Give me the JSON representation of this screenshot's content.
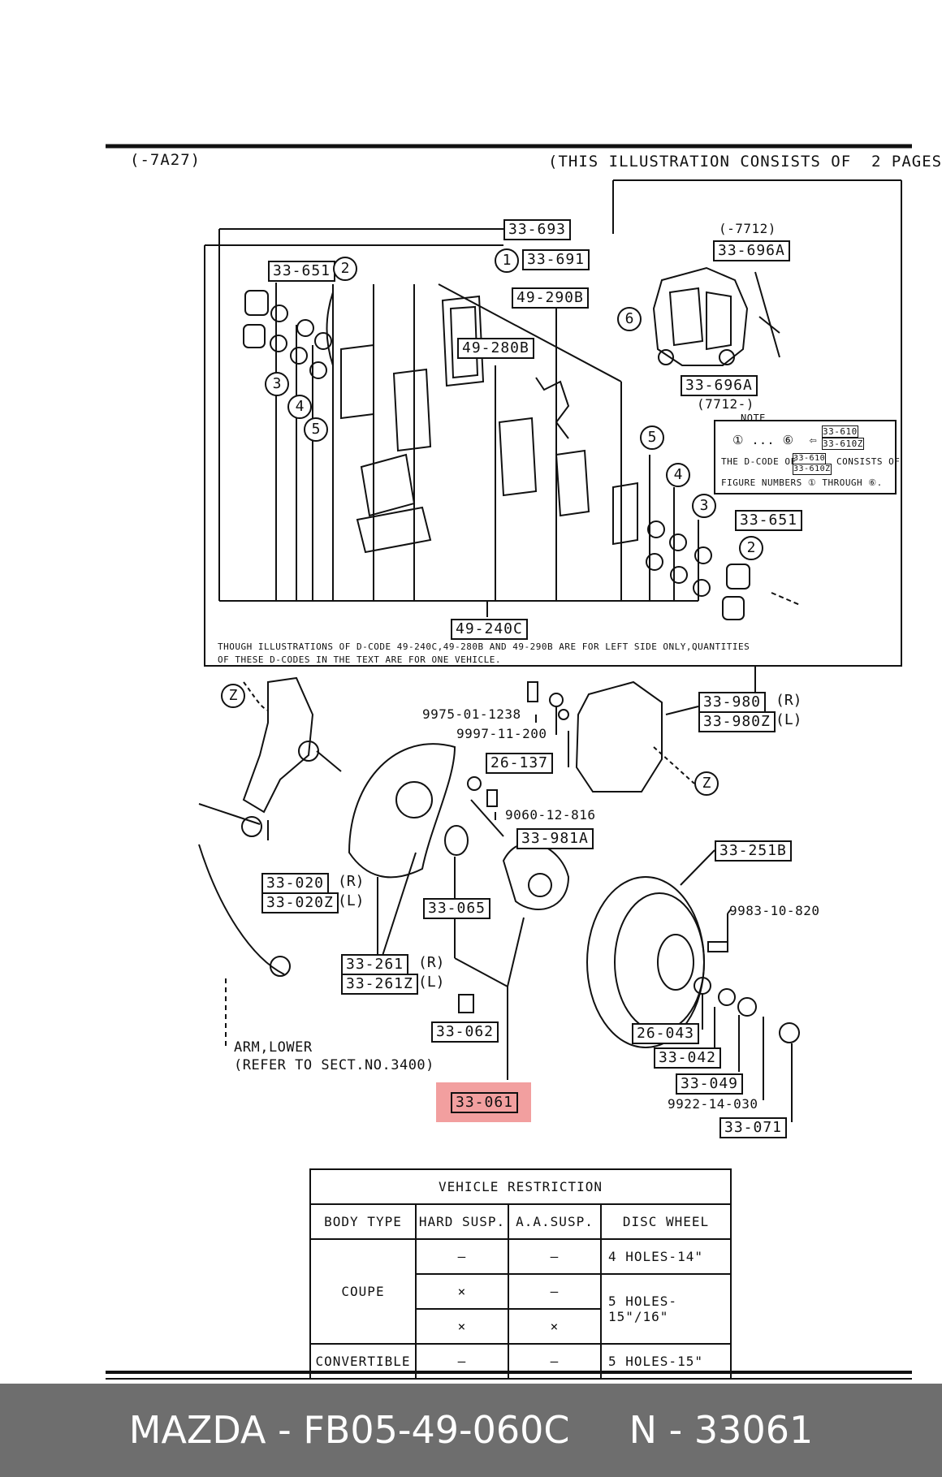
{
  "header": {
    "code": "(-7A27)",
    "pages_note": "(THIS ILLUSTRATION CONSISTS OF  2 PAGES)"
  },
  "callouts": {
    "c33693": "33-693",
    "c33691": "33-691",
    "c33651a": "33-651",
    "c33696a_top": "33-696A",
    "c49290b": "49-290B",
    "c49280b": "49-280B",
    "c33696a_bot": "33-696A",
    "c33651b": "33-651",
    "c49240c": "49-240C",
    "c33980": "33-980",
    "c33980z": "33-980Z",
    "c26137": "26-137",
    "c33981a": "33-981A",
    "c33251b": "33-251B",
    "c33065": "33-065",
    "c33020": "33-020",
    "c33020z": "33-020Z",
    "c33261": "33-261",
    "c33261z": "33-261Z",
    "c33062": "33-062",
    "c26043": "26-043",
    "c33042": "33-042",
    "c33049": "33-049",
    "c33071": "33-071",
    "c33061": "33-061"
  },
  "plain_labels": {
    "p7712a": "(-7712)",
    "p7712b": "(7712-)",
    "p9975": "9975-01-1238",
    "p9997": "9997-11-200",
    "p9060": "9060-12-816",
    "p9983": "9983-10-820",
    "p9922": "9922-14-030",
    "arm1": "ARM,LOWER",
    "arm2": "(REFER TO SECT.NO.3400)",
    "r1": "(R)",
    "l1": "(L)",
    "r2": "(R)",
    "l2": "(L)",
    "r3": "(R)",
    "l3": "(L)"
  },
  "numbers": [
    "1",
    "2",
    "3",
    "4",
    "5",
    "6",
    "2",
    "3",
    "4",
    "5",
    "Z",
    "Z"
  ],
  "note_box": {
    "title": "NOTE",
    "line1": "① ... ⑥  ⇦",
    "codes_a": "33-610",
    "codes_b": "33-610Z",
    "line2a": "THE D-CODE OF",
    "line2b": "CONSISTS OF",
    "line3": "FIGURE NUMBERS ① THROUGH ⑥."
  },
  "footnote": {
    "line1": "THOUGH ILLUSTRATIONS OF D-CODE 49-240C,49-280B AND 49-290B ARE FOR LEFT SIDE ONLY,QUANTITIES",
    "line2": "OF THESE D-CODES IN THE TEXT ARE FOR ONE VEHICLE."
  },
  "vehicle_restriction": {
    "title": "VEHICLE  RESTRICTION",
    "headers": [
      "BODY TYPE",
      "HARD SUSP.",
      "A.A.SUSP.",
      "DISC WHEEL"
    ],
    "rows": [
      {
        "body": "COUPE",
        "hard": "–",
        "aa": "–",
        "wheel": "4 HOLES-14\""
      },
      {
        "body": "",
        "hard": "×",
        "aa": "–",
        "wheel": "5 HOLES-15\"/16\""
      },
      {
        "body": "",
        "hard": "×",
        "aa": "×",
        "wheel": ""
      },
      {
        "body": "CONVERTIBLE",
        "hard": "–",
        "aa": "–",
        "wheel": "5 HOLES-15\""
      }
    ]
  },
  "highlight_color": "#e85050",
  "footer": {
    "text": "MAZDA - FB05-49-060C     N - 33061"
  }
}
